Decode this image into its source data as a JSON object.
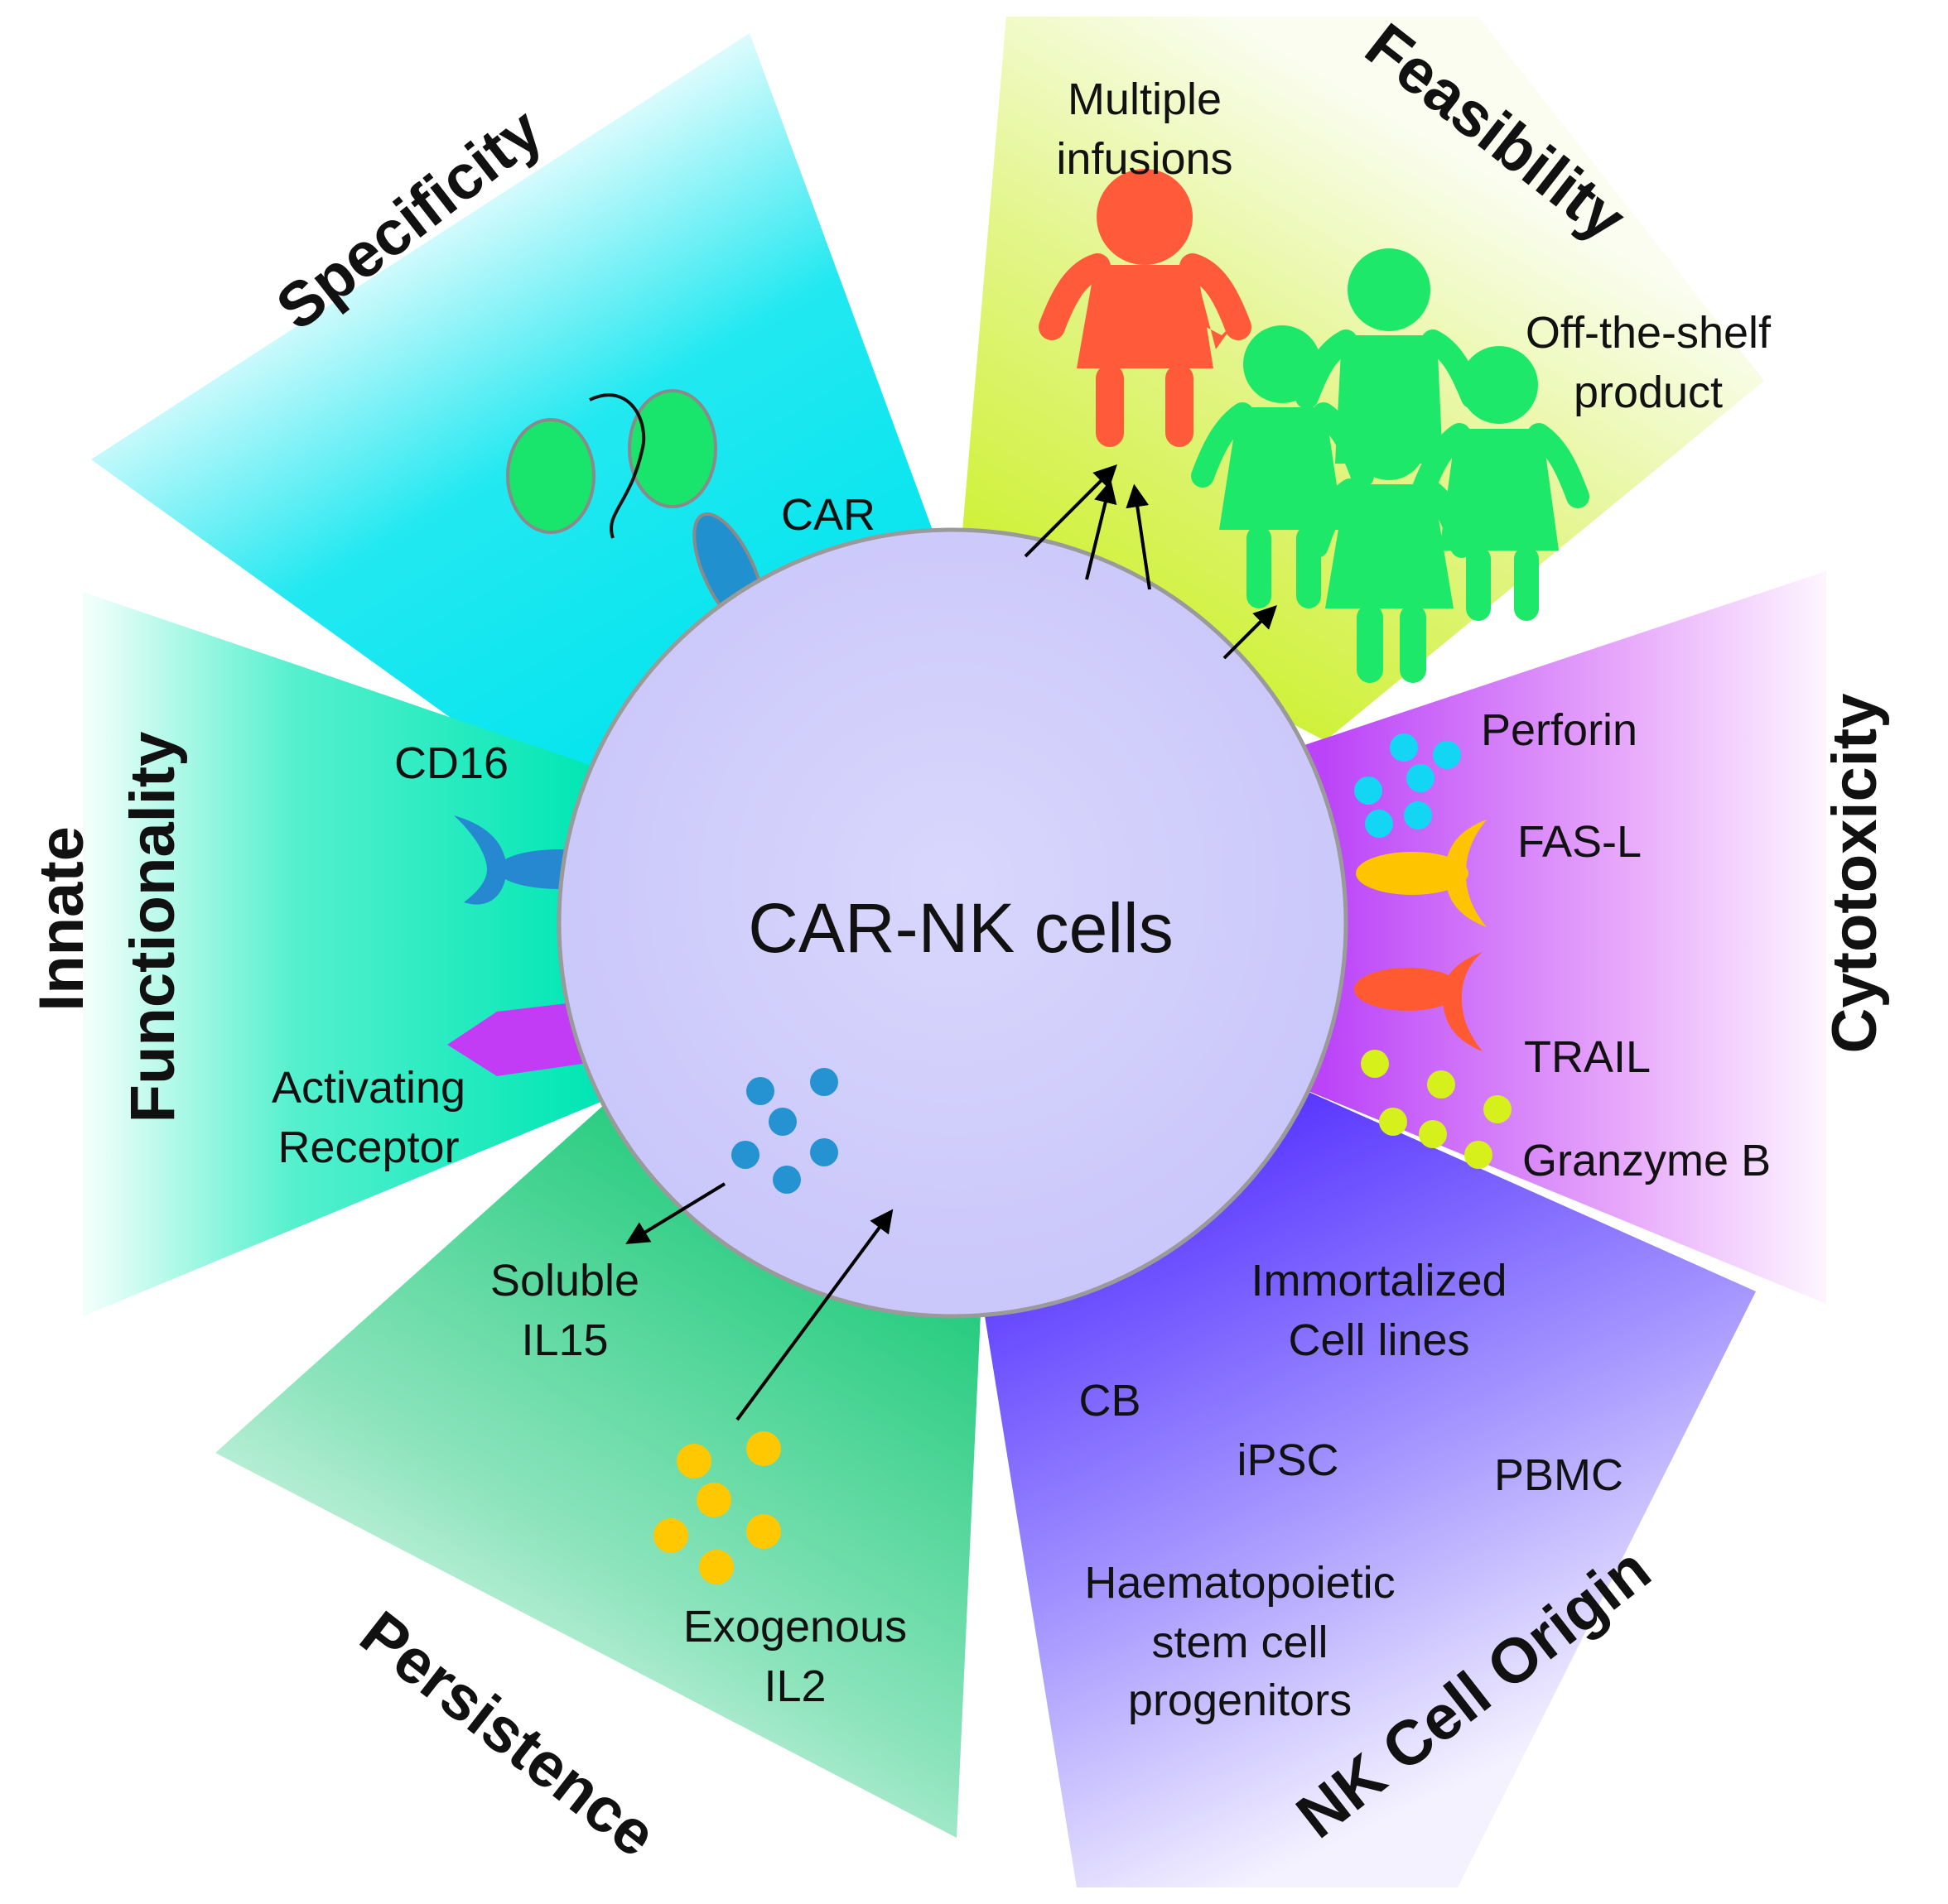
{
  "center": {
    "label": "CAR-NK cells"
  },
  "sectors": {
    "specificity": {
      "title": "Specificity",
      "color": "#00e5ef",
      "items": {
        "car": "CAR"
      }
    },
    "feasibility": {
      "title": "Feasibility",
      "color": "#c9f01a",
      "items": {
        "multiple_line1": "Multiple",
        "multiple_line2": "infusions",
        "offshelf_line1": "Off-the-shelf",
        "offshelf_line2": "product"
      }
    },
    "cytotoxicity": {
      "title": "Cytotoxicity",
      "color": "#c04af8",
      "items": {
        "perforin": "Perforin",
        "fasl": "FAS-L",
        "trail": "TRAIL",
        "granzyme": "Granzyme B"
      }
    },
    "origin": {
      "title": "NK Cell Origin",
      "color": "#5b3cff",
      "items": {
        "immort_line1": "Immortalized",
        "immort_line2": "Cell lines",
        "cb": "CB",
        "ipsc": "iPSC",
        "pbmc": "PBMC",
        "hsc_line1": "Haematopoietic",
        "hsc_line2": "stem cell",
        "hsc_line3": "progenitors"
      }
    },
    "persistence": {
      "title": "Persistence",
      "color": "#2fcf86",
      "items": {
        "soluble_line1": "Soluble",
        "soluble_line2": "IL15",
        "exo_line1": "Exogenous",
        "exo_line2": "IL2"
      }
    },
    "innate": {
      "title_line1": "Innate",
      "title_line2": "Functionality",
      "color": "#00e8b4",
      "items": {
        "cd16": "CD16",
        "act_line1": "Activating",
        "act_line2": "Receptor"
      }
    }
  },
  "colors": {
    "cell": "#cfcdfb",
    "cell_edge": "#9a9a9a",
    "people_red": "#ff5a3a",
    "people_green": "#1ee86a",
    "car_green": "#19e46c",
    "car_blue": "#2190cf",
    "car_teal": "#14c07a",
    "perforin_dots": "#12d6f4",
    "fasl_ligand": "#ffc400",
    "trail_ligand": "#ff5a32",
    "granzyme_dots": "#d6f01c",
    "il15_dots": "#2592d2",
    "il2_dots": "#ffc800",
    "cd16": "#2588d0",
    "activating_receptor": "#c23cf6"
  }
}
